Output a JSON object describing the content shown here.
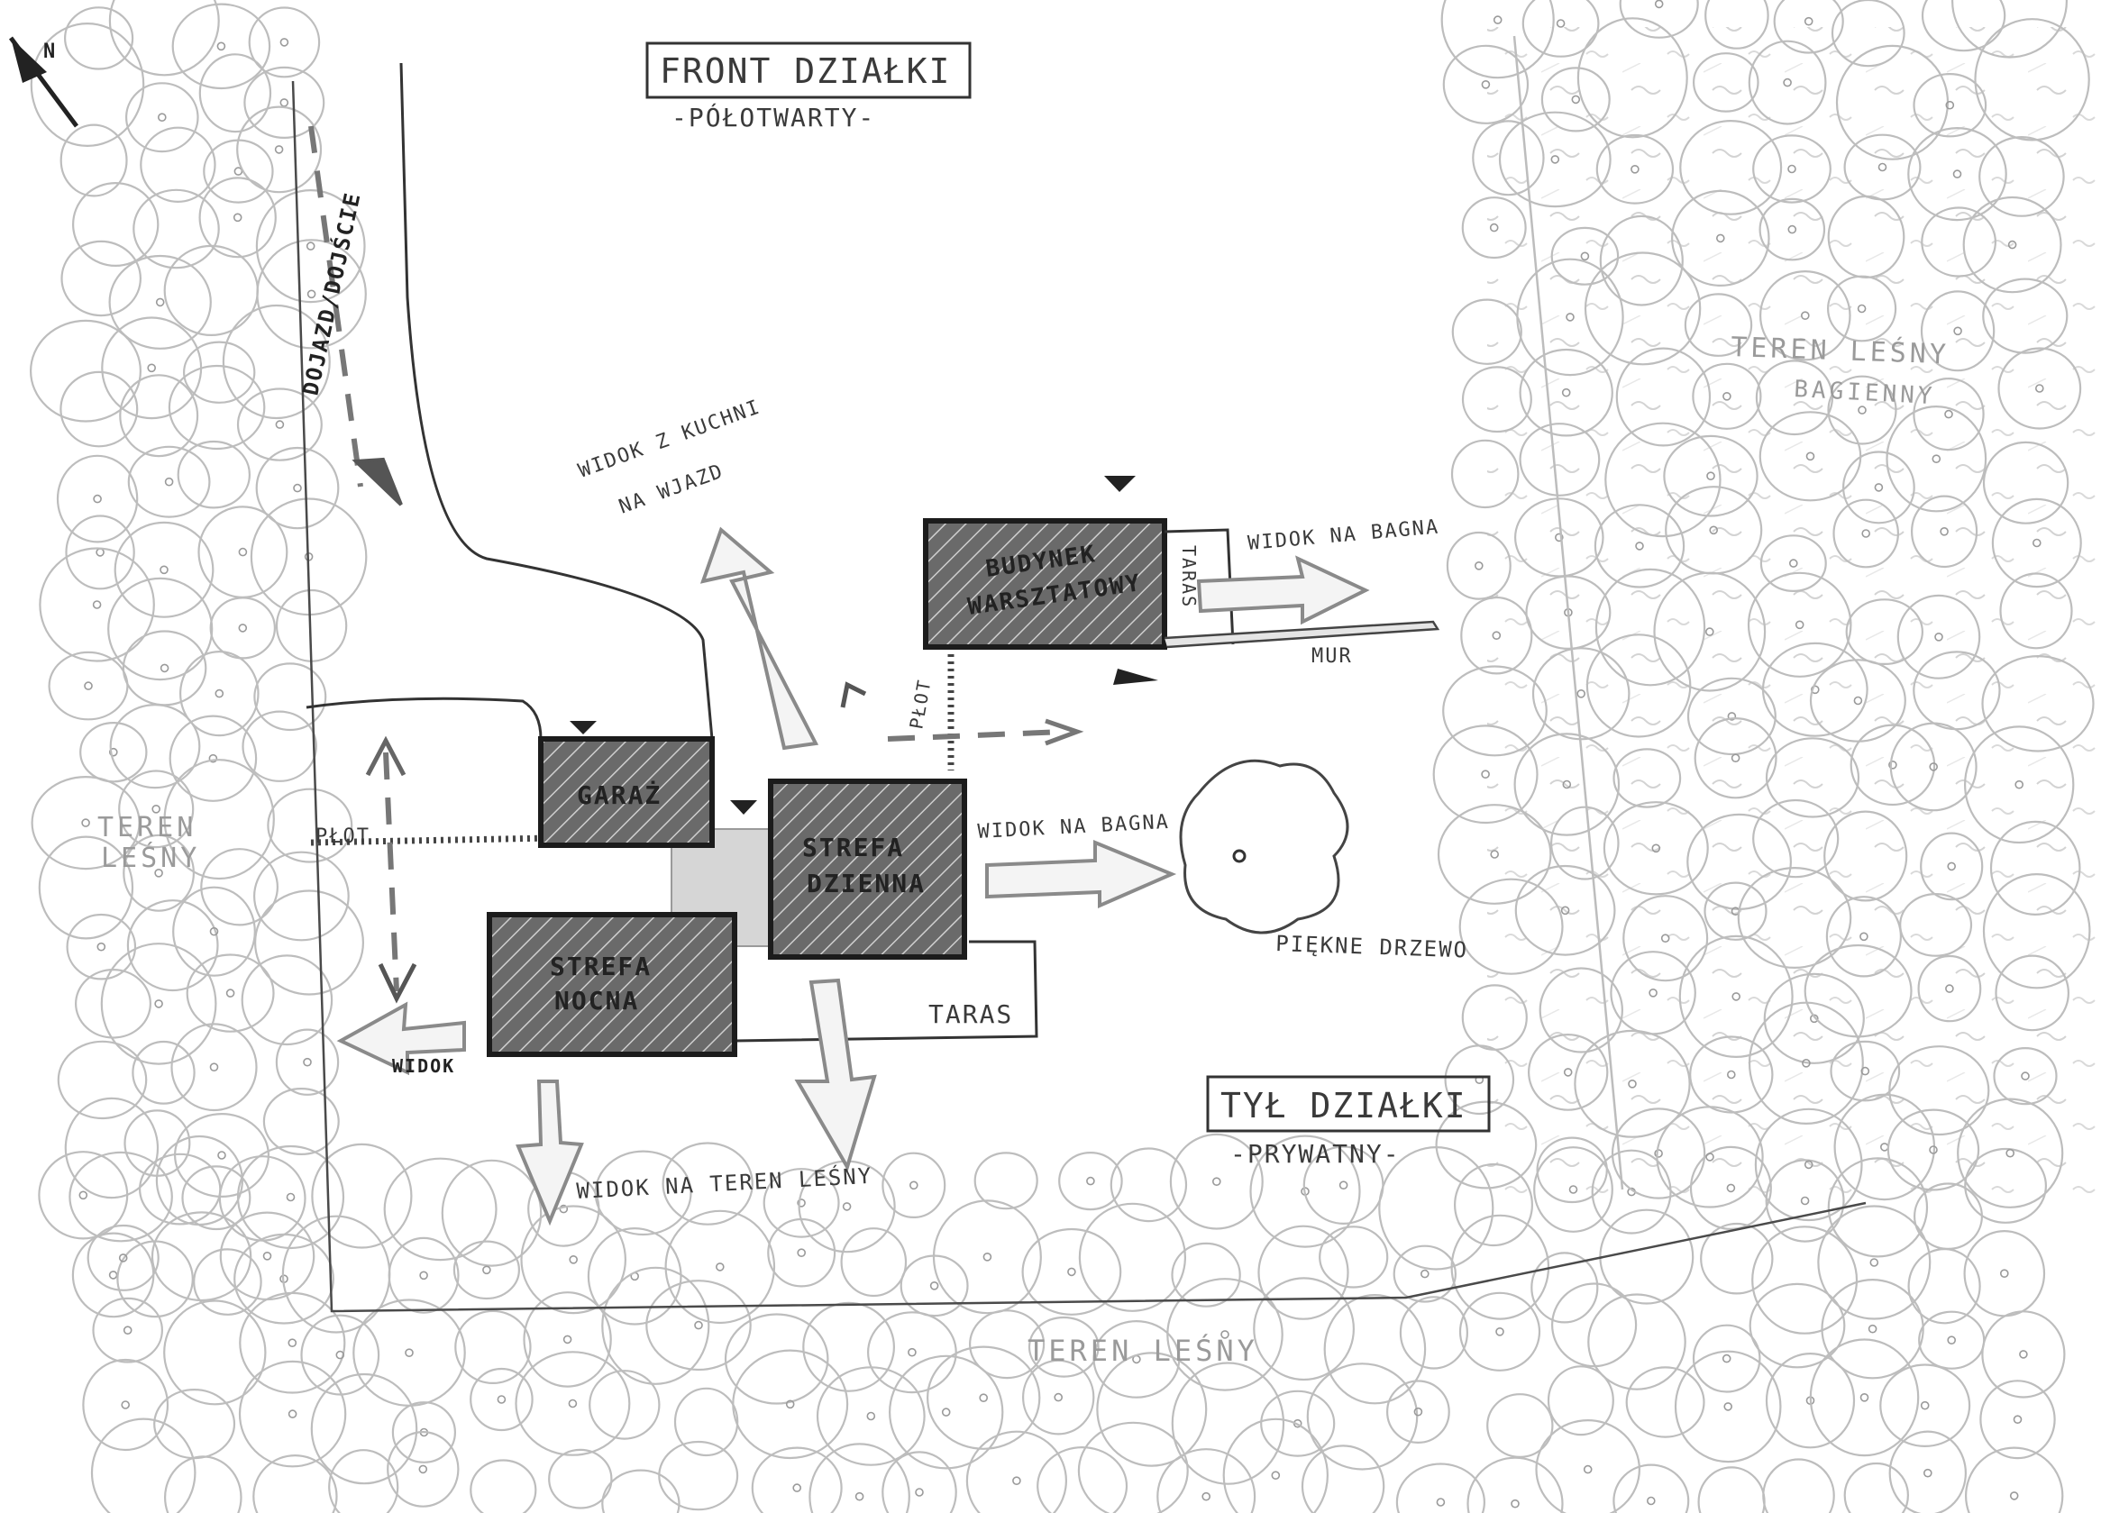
{
  "north": "N",
  "front": {
    "title": "FRONT DZIAŁKI",
    "subtitle": "-PÓŁOTWARTY-"
  },
  "rear": {
    "title": "TYŁ DZIAŁKI",
    "subtitle": "-PRYWATNY-"
  },
  "access": "DOJAZD/DOJŚCIE",
  "forest": {
    "west": [
      "TEREN",
      "LEŚNY"
    ],
    "south": "TEREN LEŚNY",
    "east": [
      "TEREN LEŚNY",
      "BAGIENNY"
    ]
  },
  "buildings": {
    "garage": "GARAŻ",
    "day_zone": [
      "STREFA",
      "DZIENNA"
    ],
    "night_zone": [
      "STREFA",
      "NOCNA"
    ],
    "workshop": [
      "BUDYNEK",
      "WARSZTATOWY"
    ]
  },
  "fence": {
    "west": "PŁOT",
    "east": "PŁOT"
  },
  "terrace": {
    "main": "TARAS",
    "workshop": "TARAS"
  },
  "wall": "MUR",
  "views": {
    "kitchen": [
      "WIDOK Z KUCHNI",
      "NA WJAZD"
    ],
    "marsh_workshop": "WIDOK NA BAGNA",
    "marsh_day": "WIDOK NA BAGNA",
    "west": "WIDOK",
    "forest_south": "WIDOK NA TEREN LEŚNY"
  },
  "tree": "PIĘKNE DRZEWO",
  "colors": {
    "ink": "#222222",
    "pencil": "#bdbdbd",
    "hatch": "#5a5a5a"
  }
}
